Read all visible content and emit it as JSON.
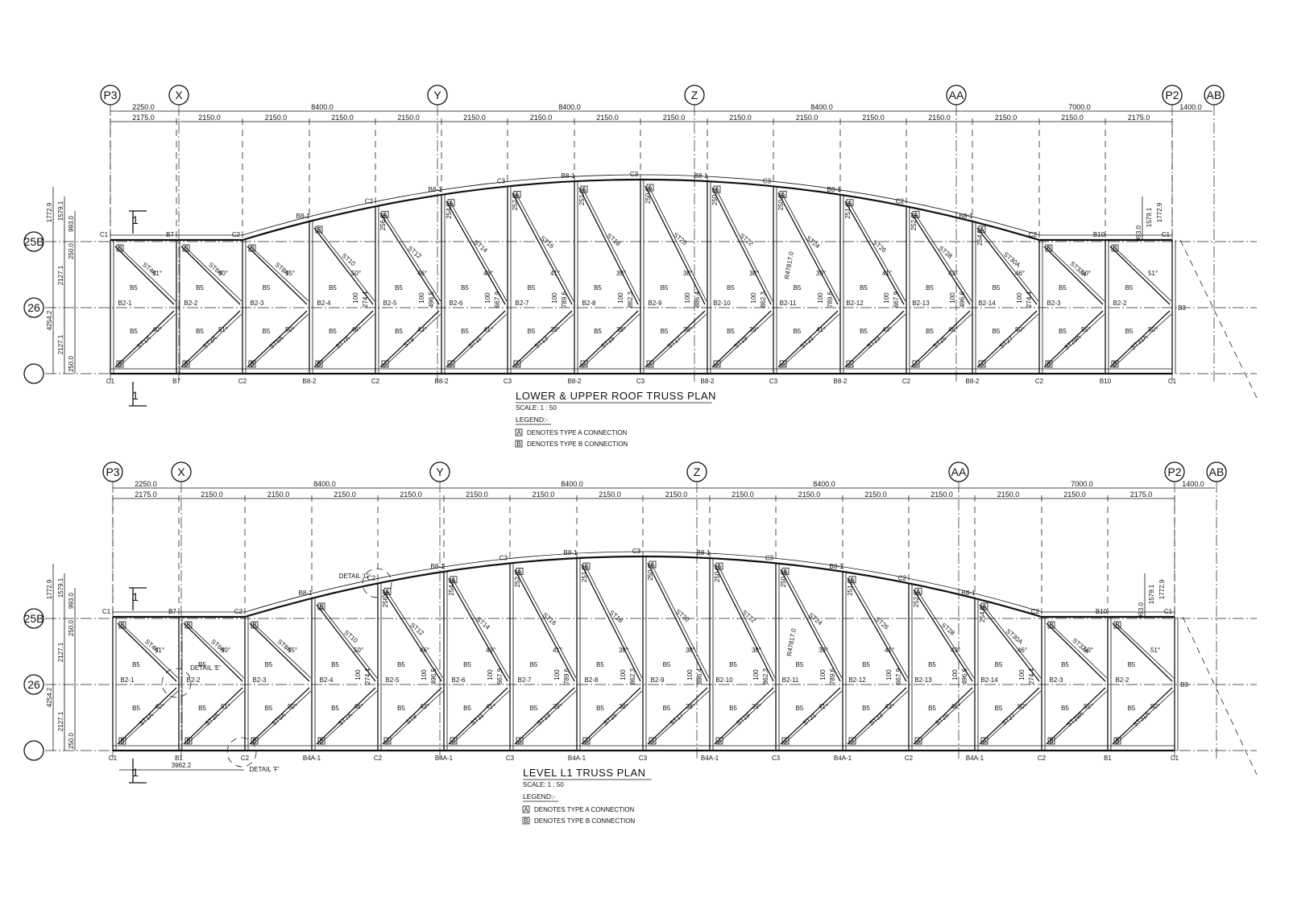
{
  "grid_bubbles": {
    "columns": [
      "P3",
      "X",
      "Y",
      "Z",
      "AA",
      "P2",
      "AB"
    ],
    "rows": [
      "25B",
      "26",
      ""
    ]
  },
  "dimensions": {
    "top_row_overall": [
      "2250.0",
      "8400.0",
      "8400.0",
      "8400.0",
      "7000.0",
      "1400.0"
    ],
    "top_row_bays": [
      "2175.0",
      "2150.0",
      "2150.0",
      "2150.0",
      "2150.0",
      "2150.0",
      "2150.0",
      "2150.0",
      "2150.0",
      "2150.0",
      "2150.0",
      "2150.0",
      "2150.0",
      "2150.0",
      "2150.0",
      "2175.0"
    ],
    "left_vertical": [
      "1772.9",
      "1579.1",
      "993.0",
      "250.0",
      "2127.1",
      "4254.2",
      "2127.1",
      "250.0"
    ],
    "right_vertical": [
      "993.0",
      "1579.1",
      "1772.9"
    ],
    "rise_values": [
      "256.6",
      "254.0",
      "252.3",
      "251.0",
      "250.3",
      "250.0",
      "250.3",
      "251.0",
      "252.3",
      "254.0"
    ],
    "web_heights": [
      "274.4",
      "496.5",
      "667.9",
      "789.6",
      "862.3",
      "886.4",
      "862.3",
      "789.6",
      "667.9",
      "496.6",
      "274.4"
    ],
    "radius": "R47817.0",
    "detail_dim": "3962.2",
    "angles": [
      "51°",
      "50°",
      "55°",
      "50°",
      "46°",
      "43°",
      "41°",
      "39°",
      "38°",
      "38°",
      "39°",
      "41°",
      "43°",
      "46°",
      "50°",
      "51°",
      "40°"
    ]
  },
  "members": {
    "stub": "100",
    "chord_b5": "B5",
    "upper_struts": [
      "ST4A",
      "ST6A",
      "ST8A",
      "ST10",
      "ST12",
      "ST14",
      "ST16",
      "ST18",
      "ST20",
      "ST22",
      "ST24",
      "ST26",
      "ST28",
      "ST30A",
      "ST32A"
    ],
    "lower_struts": [
      "ST1A",
      "ST3A",
      "ST5A",
      "ST7A",
      "ST9",
      "ST11",
      "ST13",
      "ST15",
      "ST17",
      "ST19",
      "ST21",
      "ST23",
      "ST25",
      "ST27",
      "ST29A",
      "ST31A"
    ],
    "mid_beams": [
      "B2-1",
      "B2-2",
      "B2-3",
      "B2-4",
      "B2-5",
      "B2-6",
      "B2-7",
      "B2-8",
      "B2-9",
      "B2-10",
      "B2-11",
      "B2-12",
      "B2-13",
      "B2-14",
      "B2-3",
      "B2-2",
      "B3"
    ],
    "upper_edge_labels": [
      "C1",
      "B7",
      "C2",
      "B8-1",
      "C2",
      "B8-1",
      "C3",
      "B8-1",
      "C3",
      "B8-1",
      "C3",
      "B8-1",
      "C2",
      "B8-1",
      "C2",
      "B10",
      "C1"
    ],
    "lower_edge_labels": [
      "C1",
      "B7",
      "C2",
      "B8-2",
      "C2",
      "B8-2",
      "C3",
      "B8-2",
      "C3",
      "B8-2",
      "C3",
      "B8-2",
      "C2",
      "B8-2",
      "C2",
      "B10",
      "C1"
    ],
    "l1_lower_edge_labels": [
      "C1",
      "B1",
      "C2",
      "B4A-1",
      "C2",
      "B4A-1",
      "C3",
      "B4A-1",
      "C3",
      "B4A-1",
      "C3",
      "B4A-1",
      "C2",
      "B4A-1",
      "C2",
      "B1",
      "C1"
    ]
  },
  "details": {
    "detail_e": "DETAIL 'E'",
    "detail_f": "DETAIL 'F'",
    "detail_g": "DETAIL 'G'"
  },
  "plan_top": {
    "title": "LOWER & UPPER ROOF TRUSS PLAN",
    "scale": "SCALE: 1 : 50",
    "legend_title": "LEGEND:-",
    "legend_a": "DENOTES TYPE A CONNECTION",
    "legend_b": "DENOTES TYPE B CONNECTION",
    "section_marker": "1"
  },
  "plan_bottom": {
    "title": "LEVEL L1 TRUSS PLAN",
    "scale": "SCALE: 1 : 50",
    "legend_title": "LEGEND:-",
    "legend_a": "DENOTES TYPE A CONNECTION",
    "legend_b": "DENOTES TYPE B CONNECTION",
    "section_marker": "1"
  },
  "connection_marks": {
    "a": "A",
    "b": "B"
  }
}
